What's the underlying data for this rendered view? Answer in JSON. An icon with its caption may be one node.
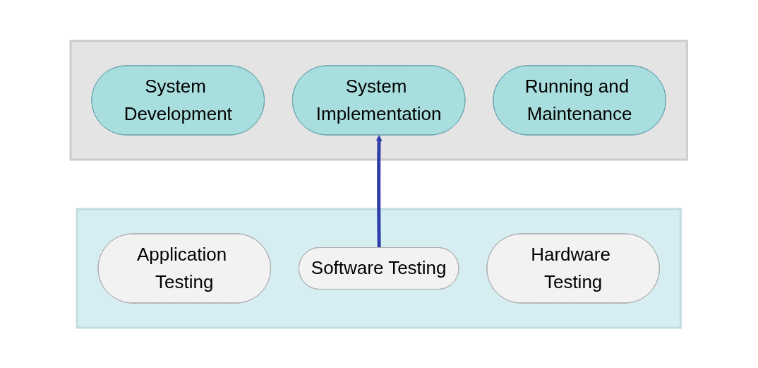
{
  "diagram": {
    "nodes": [
      {
        "text": [],
        "shape": "band"
      },
      {
        "text": [
          "System Development"
        ],
        "in": 0
      },
      {
        "text": [
          "System Implementation"
        ],
        "in": 0
      },
      {
        "text": [
          "Running and Maintenance"
        ],
        "in": 0
      },
      {
        "text": [],
        "shape": "band"
      },
      {
        "text": [
          "Application Testing"
        ],
        "in": 4
      },
      {
        "text": [
          "Software Testing"
        ],
        "in": 4
      },
      {
        "text": [
          "Hardware Testing"
        ],
        "in": 4
      }
    ],
    "edges": [
      {
        "from": 6,
        "to": 2,
        "arrow": "to",
        "color": "#2f3fa8"
      }
    ]
  }
}
